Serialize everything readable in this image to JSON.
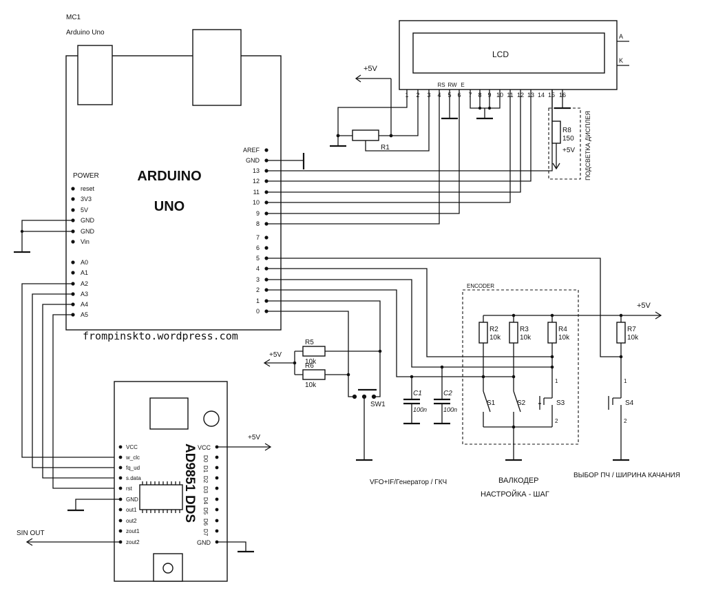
{
  "arduino": {
    "designator": "MC1",
    "part": "Arduino Uno",
    "title_line1": "ARDUINO",
    "title_line2": "UNO",
    "power_header": "POWER",
    "power_pins": [
      "reset",
      "3V3",
      "5V",
      "GND",
      "GND",
      "Vin"
    ],
    "analog_pins": [
      "A0",
      "A1",
      "A2",
      "A3",
      "A4",
      "A5"
    ],
    "digital_pins_top": [
      "AREF",
      "GND",
      "13",
      "12",
      "11",
      "10",
      "9",
      "8"
    ],
    "digital_pins_bottom": [
      "7",
      "6",
      "5",
      "4",
      "3",
      "2",
      "1",
      "0"
    ]
  },
  "lcd": {
    "label": "LCD",
    "anode": "A",
    "cathode": "K",
    "pins": [
      "1",
      "2",
      "3",
      "4",
      "5",
      "6",
      "7",
      "8",
      "9",
      "10",
      "11",
      "12",
      "13",
      "14",
      "15",
      "16"
    ],
    "signal_labels": [
      "RS",
      "RW",
      "E"
    ]
  },
  "website": "frompinskto.wordpress.com",
  "power_rails": {
    "lcd_contrast": "+5V",
    "r5_r6": "+5V",
    "s4_pullup": "+5V",
    "dds": "+5V",
    "backlight": "+5V"
  },
  "components": {
    "r1": "R1",
    "r8": {
      "name": "R8",
      "value": "150"
    },
    "r5": {
      "name": "R5",
      "value": "10k"
    },
    "r6": {
      "name": "R6",
      "value": "10k"
    },
    "r2": {
      "name": "R2",
      "value": "10k"
    },
    "r3": {
      "name": "R3",
      "value": "10k"
    },
    "r4": {
      "name": "R4",
      "value": "10k"
    },
    "r7": {
      "name": "R7",
      "value": "10k"
    },
    "c1": {
      "name": "C1",
      "value": "100n"
    },
    "c2": {
      "name": "C2",
      "value": "100n"
    },
    "sw1": "SW1",
    "s1": "S1",
    "s2": "S2",
    "s3": "S3",
    "s4": "S4",
    "s3_pin1": "1",
    "s3_pin2": "2",
    "s4_pin1": "1",
    "s4_pin2": "2"
  },
  "group_labels": {
    "encoder": "ENCODER",
    "backlight": "ПОДСВЕТКА ДИСПЛЕЯ",
    "vfo": "VFO+IF/Генератор / ГКЧ",
    "valcoder": "ВАЛКОДЕР",
    "tune_step": "НАСТРОЙКА  -  ШАГ",
    "if_select": "ВЫБОР ПЧ / ШИРИНА КАЧАНИЯ"
  },
  "dds": {
    "title": "AD9851 DDS",
    "left_pins": [
      "VCC",
      "w_clc",
      "fq_ud",
      "s.data",
      "rst",
      "GND",
      "out1",
      "out2",
      "zout1",
      "zout2"
    ],
    "right_top": "VCC",
    "data_pins": [
      "D0",
      "D1",
      "D2",
      "D3",
      "D4",
      "D5",
      "D6",
      "D7"
    ],
    "right_bottom": "GND"
  },
  "output": {
    "label": "SIN OUT"
  }
}
